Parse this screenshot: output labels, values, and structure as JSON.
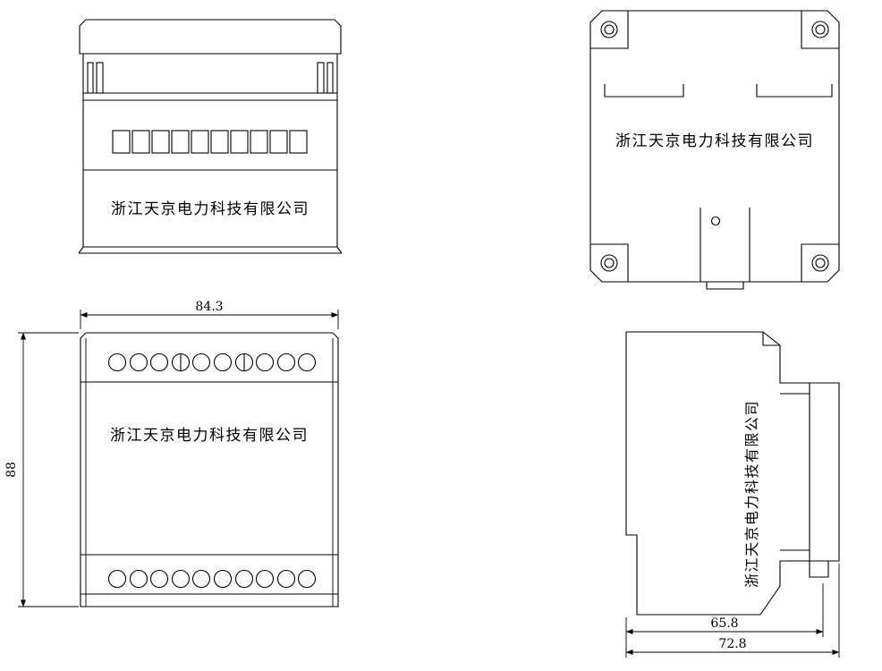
{
  "drawing": {
    "company": "浙江天京电力科技有限公司",
    "dimensions": {
      "width": "84.3",
      "height": "88",
      "side_inner": "65.8",
      "side_overall": "72.8"
    },
    "features": {
      "front_terminal_windows": 10,
      "front_top_terminal_circles": 10,
      "front_bottom_terminal_circles": 10,
      "back_corner_screw_holes": 4
    },
    "colors": {
      "line": "#000000",
      "background": "#ffffff"
    }
  }
}
